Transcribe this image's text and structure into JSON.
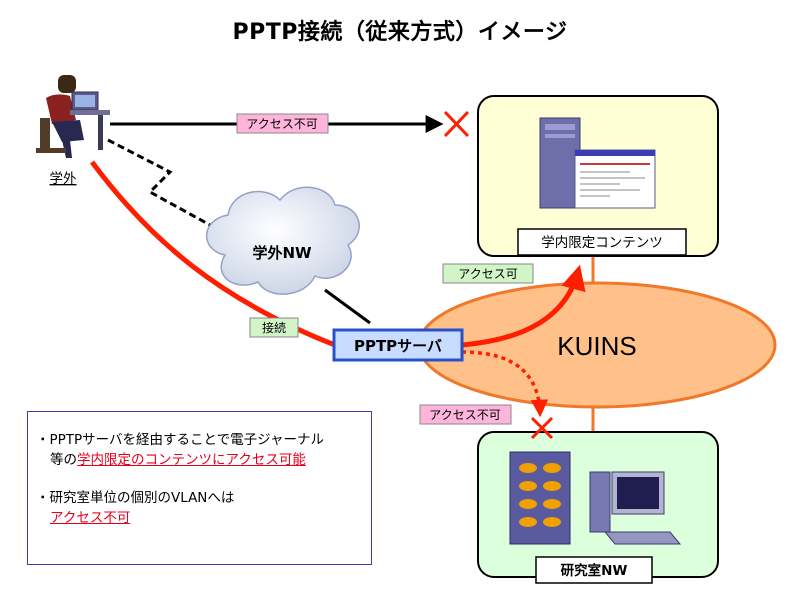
{
  "title": "PPTP接続（従来方式）イメージ",
  "labels": {
    "outside": "学外",
    "outside_nw": "学外NW",
    "pptp_server": "PPTPサーバ",
    "kuins": "KUINS",
    "campus_content": "学内限定コンテンツ",
    "lab_nw": "研究室NW",
    "access_denied_top": "アクセス不可",
    "access_ok": "アクセス可",
    "access_denied_lab": "アクセス不可",
    "connect": "接続"
  },
  "info": {
    "line1": "・PPTPサーバを経由することで電子ジャーナル",
    "line2_prefix": "等の",
    "line2_highlight": "学内限定のコンテンツにアクセス可能",
    "line3": "・研究室単位の個別のVLANへは",
    "line4_highlight": "アクセス不可"
  },
  "colors": {
    "red_path": "#ff1e00",
    "kuins_fill": "#ffc08a",
    "kuins_border": "#f07828",
    "pptp_fill": "#c8dcff",
    "pptp_border": "#2850c8",
    "campus_fill": "#ffffd6",
    "lab_fill": "#dcffdc",
    "pink_label": "#ffb4dc",
    "green_label": "#d2f5c8"
  }
}
